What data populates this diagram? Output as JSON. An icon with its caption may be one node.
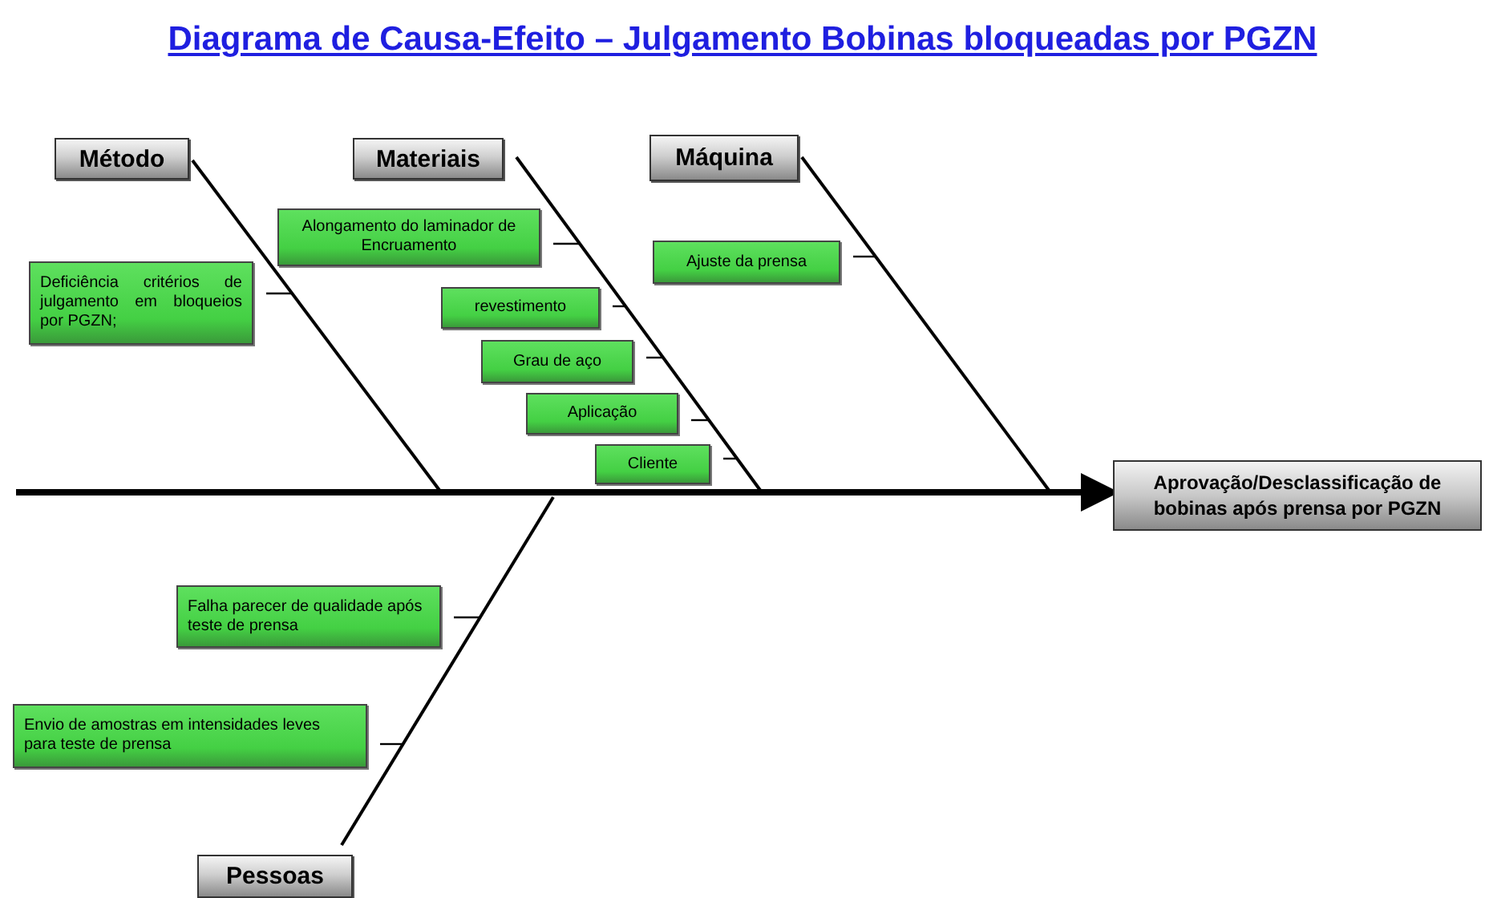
{
  "diagram": {
    "title": "Diagrama de Causa-Efeito – Julgamento Bobinas bloqueadas por PGZN",
    "nodes": [
      {
        "text": [
          "Método"
        ]
      },
      {
        "text": [
          "Materiais"
        ]
      },
      {
        "text": [
          "Máquina"
        ]
      },
      {
        "text": [
          "Alongamento do laminador de Encruamento"
        ]
      },
      {
        "text": [
          "Deficiência critérios de julgamento em bloqueios por PGZN;"
        ]
      },
      {
        "text": [
          "Ajuste da prensa"
        ]
      },
      {
        "text": [
          "revestimento"
        ]
      },
      {
        "text": [
          "Grau de aço"
        ]
      },
      {
        "text": [
          "Aplicação"
        ]
      },
      {
        "text": [
          "Cliente"
        ]
      },
      {
        "text": [
          "Aprovação/Desclassificação de bobinas após prensa por PGZN"
        ]
      },
      {
        "text": [
          "Falha parecer de qualidade após teste de prensa"
        ]
      },
      {
        "text": [
          "Envio de amostras em intensidades leves para teste de prensa"
        ]
      },
      {
        "text": [
          "Pessoas"
        ]
      }
    ],
    "edges": [
      {
        "from": null,
        "to": 10,
        "arrow": "to",
        "style": "thick"
      },
      {
        "from": 0,
        "to": null,
        "arrow": "none"
      },
      {
        "from": 1,
        "to": null,
        "arrow": "none"
      },
      {
        "from": 2,
        "to": null,
        "arrow": "none"
      },
      {
        "from": 13,
        "to": null,
        "arrow": "none"
      },
      {
        "from": 3,
        "to": null,
        "arrow": "none"
      },
      {
        "from": 4,
        "to": null,
        "arrow": "none"
      },
      {
        "from": 5,
        "to": null,
        "arrow": "none"
      },
      {
        "from": 6,
        "to": null,
        "arrow": "none"
      },
      {
        "from": 7,
        "to": null,
        "arrow": "none"
      },
      {
        "from": 8,
        "to": null,
        "arrow": "none"
      },
      {
        "from": 9,
        "to": null,
        "arrow": "none"
      },
      {
        "from": 11,
        "to": null,
        "arrow": "none"
      },
      {
        "from": 12,
        "to": null,
        "arrow": "none"
      }
    ]
  }
}
